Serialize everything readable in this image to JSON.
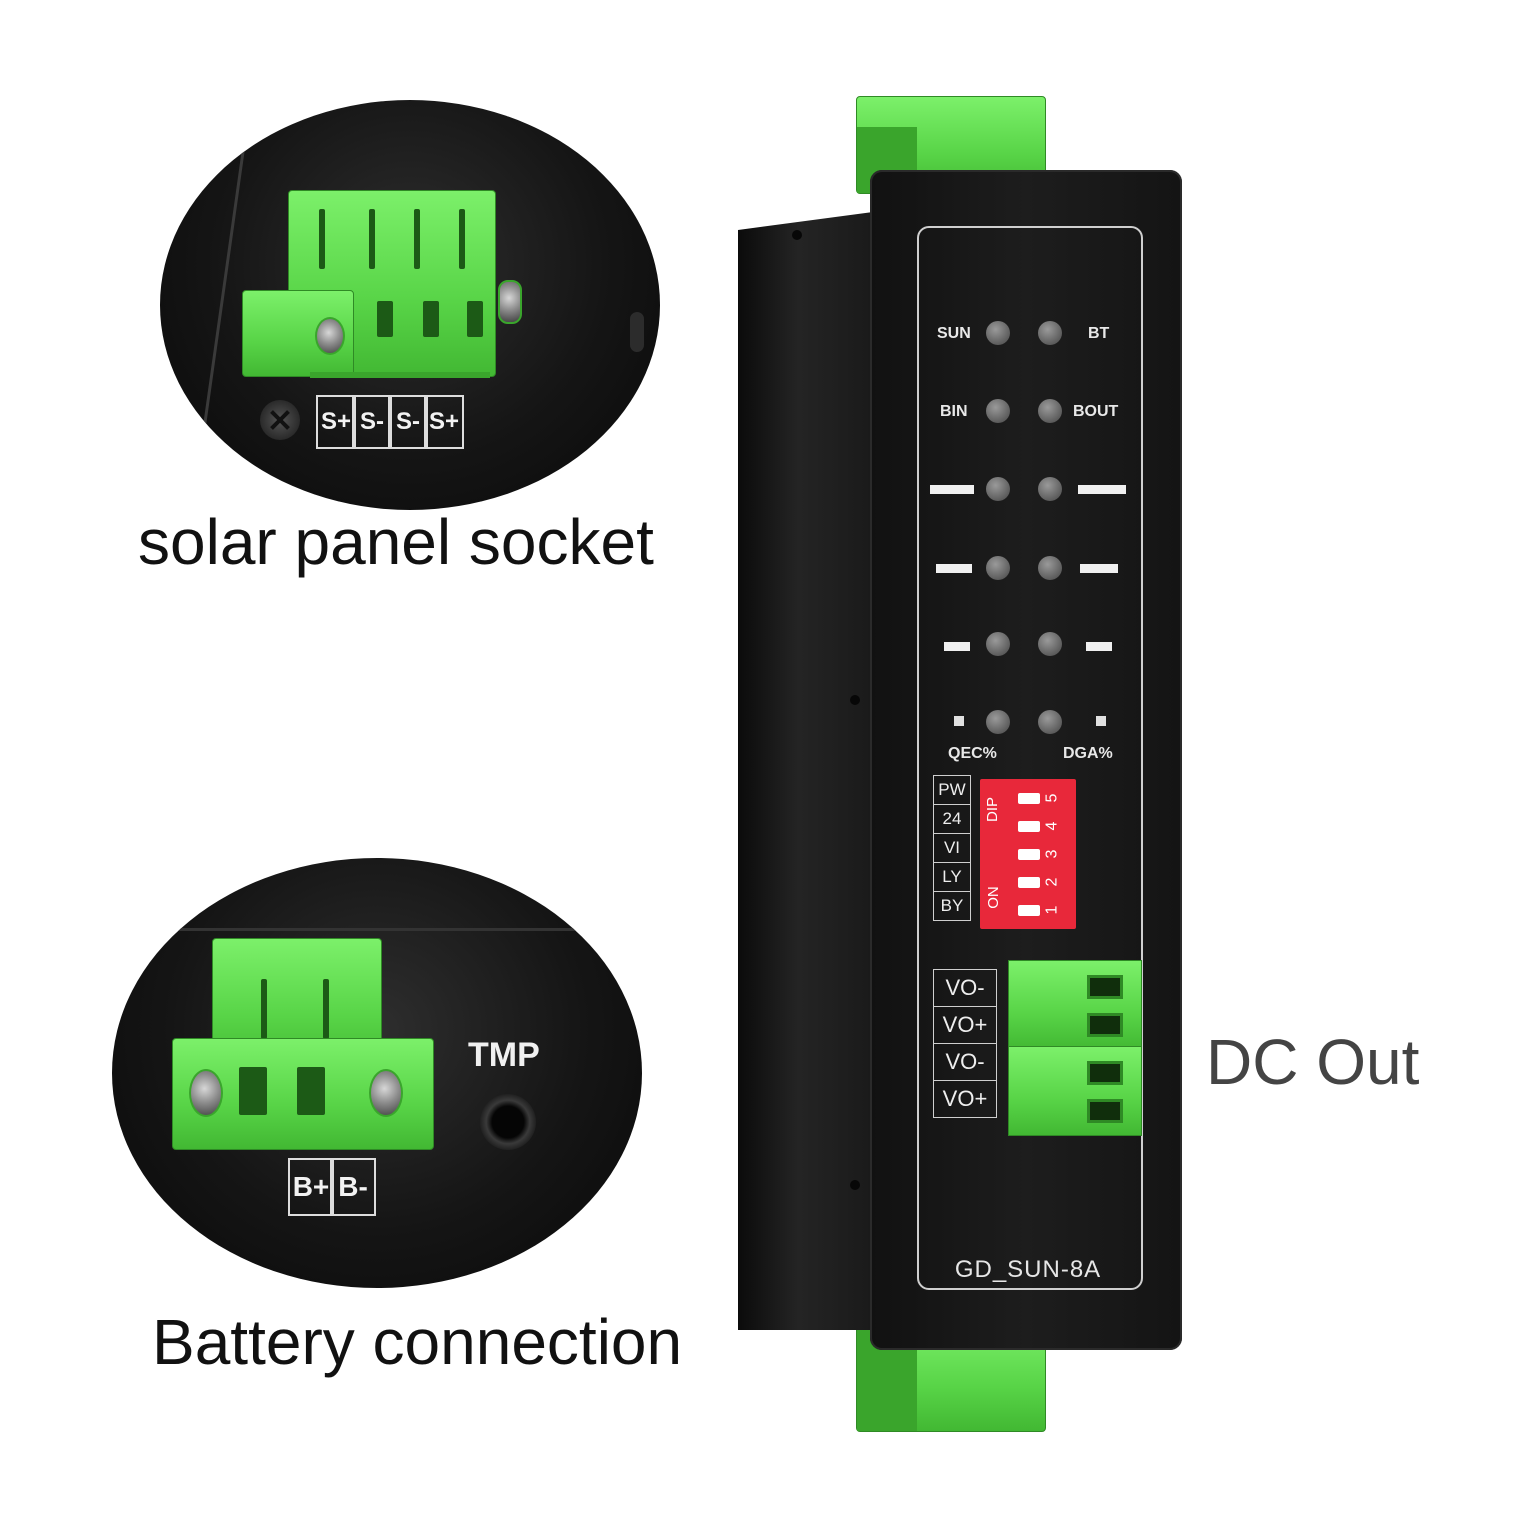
{
  "captions": {
    "solar": "solar panel socket",
    "battery": "Battery connection",
    "dc_out": "DC Out"
  },
  "solar_detail": {
    "terminal_labels": [
      "S+",
      "S-",
      "S-",
      "S+"
    ]
  },
  "battery_detail": {
    "terminal_labels": [
      "B+",
      "B-"
    ],
    "port_label": "TMP"
  },
  "device": {
    "model": "GD_SUN-8A",
    "indicators": {
      "sun": "SUN",
      "bt": "BT",
      "bin": "BIN",
      "bout": "BOUT",
      "qec": "QEC%",
      "dga": "DGA%"
    },
    "dip_labels": [
      "PW",
      "24",
      "VI",
      "LY",
      "BY"
    ],
    "dip_switch": {
      "title": "DIP",
      "on_label": "ON",
      "numbers": [
        "5",
        "4",
        "3",
        "2",
        "1"
      ]
    },
    "output_labels": [
      "VO-",
      "VO+",
      "VO-",
      "VO+"
    ]
  },
  "colors": {
    "terminal_green": "#58d447",
    "dip_red": "#e8283a",
    "housing": "#161616"
  }
}
